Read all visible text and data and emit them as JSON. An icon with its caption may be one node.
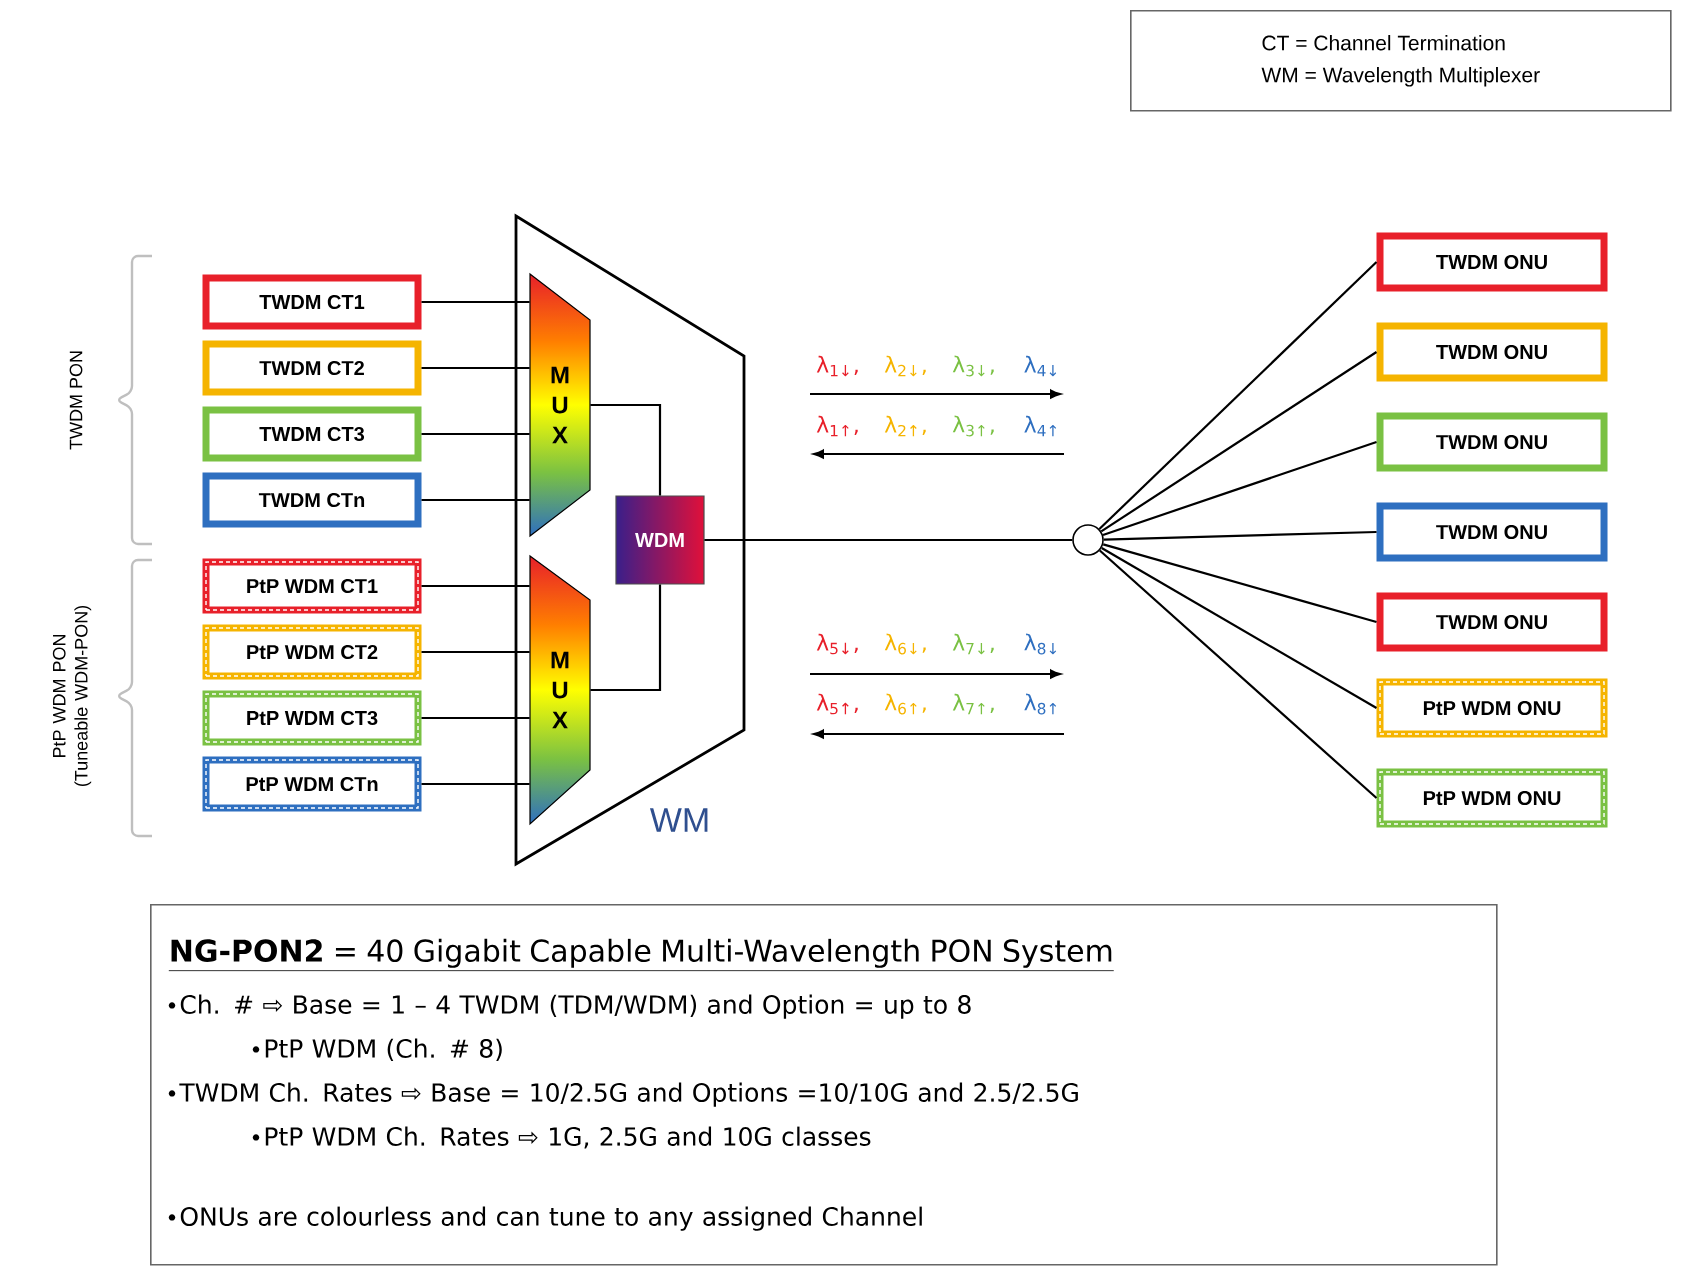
{
  "diagram": {
    "nodes": [
      {
        "text": [
          "CT = Channel Termination",
          "WM = Wavelength Multiplexer"
        ]
      },
      {
        "text": [
          "WM"
        ]
      },
      {
        "text": [
          "M U X"
        ],
        "in": 1
      },
      {
        "text": [
          "M U X"
        ],
        "in": 1
      },
      {
        "text": [
          "WDM"
        ],
        "in": 1
      },
      {
        "text": [
          "TWDM CT1"
        ]
      },
      {
        "text": [
          "TWDM CT2"
        ]
      },
      {
        "text": [
          "TWDM CT3"
        ]
      },
      {
        "text": [
          "TWDM CTn"
        ]
      },
      {
        "text": [
          "PtP WDM CT1"
        ]
      },
      {
        "text": [
          "PtP WDM CT2"
        ]
      },
      {
        "text": [
          "PtP WDM CT3"
        ]
      },
      {
        "text": [
          "PtP WDM CTn"
        ]
      },
      {
        "text": [],
        "shape": "circle"
      },
      {
        "text": [
          "TWDM ONU"
        ]
      },
      {
        "text": [
          "TWDM ONU"
        ]
      },
      {
        "text": [
          "TWDM ONU"
        ]
      },
      {
        "text": [
          "TWDM ONU"
        ]
      },
      {
        "text": [
          "TWDM ONU"
        ]
      },
      {
        "text": [
          "PtP WDM ONU"
        ]
      },
      {
        "text": [
          "PtP WDM ONU"
        ]
      },
      {
        "text": [
          "**NG-PON2** = 40 Gigabit Capable Multi-Wavelength PON System",
          "Ch. # ⇨ Base = 1 – 4 TWDM (TDM/WDM) and Option = up to 8",
          "PtP WDM (Ch. # 8)",
          "TWDM Ch. Rates ⇨ Base = 10/2.5G and Options =10/10G and 2.5/2.5G",
          "PtP WDM Ch. Rates ⇨ 1G, 2.5G and 10G classes",
          "ONUs are colourless and can tune to any assigned Channel"
        ]
      }
    ],
    "edges": [
      {
        "from": 5,
        "to": 2,
        "arrow": "none"
      },
      {
        "from": 6,
        "to": 2,
        "arrow": "none"
      },
      {
        "from": 7,
        "to": 2,
        "arrow": "none"
      },
      {
        "from": 8,
        "to": 2,
        "arrow": "none"
      },
      {
        "from": 9,
        "to": 3,
        "arrow": "none"
      },
      {
        "from": 10,
        "to": 3,
        "arrow": "none"
      },
      {
        "from": 11,
        "to": 3,
        "arrow": "none"
      },
      {
        "from": 12,
        "to": 3,
        "arrow": "none"
      },
      {
        "from": 2,
        "to": 4,
        "arrow": "none"
      },
      {
        "from": 3,
        "to": 4,
        "arrow": "none"
      },
      {
        "from": 4,
        "to": 13,
        "arrow": "none"
      },
      {
        "from": 13,
        "to": 14,
        "arrow": "none"
      },
      {
        "from": 13,
        "to": 15,
        "arrow": "none"
      },
      {
        "from": 13,
        "to": 16,
        "arrow": "none"
      },
      {
        "from": 13,
        "to": 17,
        "arrow": "none"
      },
      {
        "from": 13,
        "to": 18,
        "arrow": "none"
      },
      {
        "from": 13,
        "to": 19,
        "arrow": "none"
      },
      {
        "from": 13,
        "to": 20,
        "arrow": "none"
      }
    ],
    "labels": [
      "TWDM PON",
      "PtP WDM PON (Tuneable WDM-PON)",
      "λ$_{1↓}$,",
      "λ$_{2↓}$,",
      "λ$_{3↓}$,",
      "λ$_{4↓}$",
      "λ$_{1↑}$,",
      "λ$_{2↑}$,",
      "λ$_{3↑}$,",
      "λ$_{4↑}$",
      "λ$_{5↓}$,",
      "λ$_{6↓}$,",
      "λ$_{7↓}$,",
      "λ$_{8↓}$",
      "λ$_{5↑}$,",
      "λ$_{6↑}$,",
      "λ$_{7↑}$,",
      "λ$_{8↑}$"
    ]
  }
}
